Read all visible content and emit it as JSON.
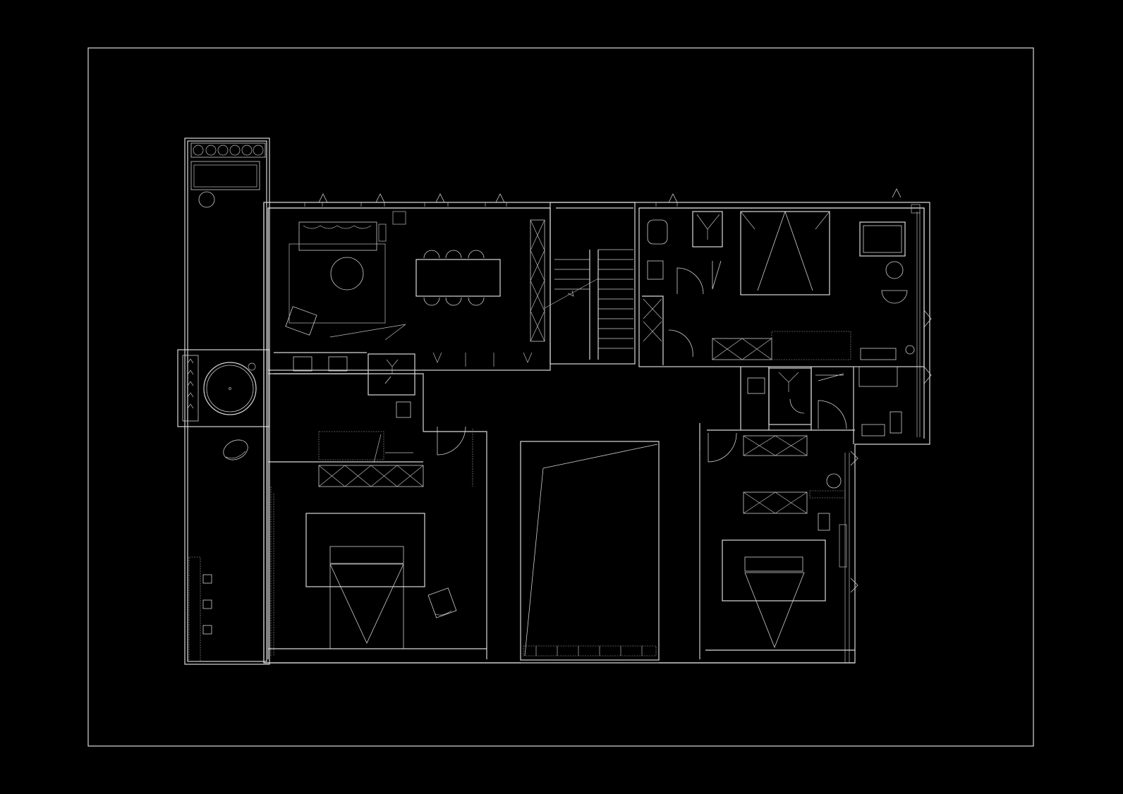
{
  "drawing": {
    "background": "#000000",
    "line_color": "#d8d8d8",
    "rooms": [
      {
        "id": "balcony-west",
        "fixtures": [
          "planter-bench",
          "round-stool",
          "chair",
          "bar-stools"
        ]
      },
      {
        "id": "hot-tub-deck",
        "fixtures": [
          "round-tub",
          "steps"
        ]
      },
      {
        "id": "living-dining",
        "fixtures": [
          "sofa",
          "round-coffee-table",
          "rug",
          "lounge-chair",
          "dining-table",
          "dining-chairs",
          "sideboard"
        ]
      },
      {
        "id": "stair",
        "fixtures": [
          "stair-flight"
        ]
      },
      {
        "id": "master-bedroom",
        "fixtures": [
          "double-bed",
          "armchair",
          "round-side-table",
          "wardrobe",
          "wc",
          "shower",
          "vanity"
        ]
      },
      {
        "id": "bedroom-2",
        "fixtures": [
          "double-bed",
          "armchair",
          "wardrobe",
          "bathroom"
        ]
      },
      {
        "id": "atrium-void",
        "fixtures": []
      },
      {
        "id": "bedroom-3",
        "fixtures": [
          "double-bed",
          "wardrobe",
          "round-table",
          "desk",
          "bathroom"
        ]
      }
    ]
  }
}
